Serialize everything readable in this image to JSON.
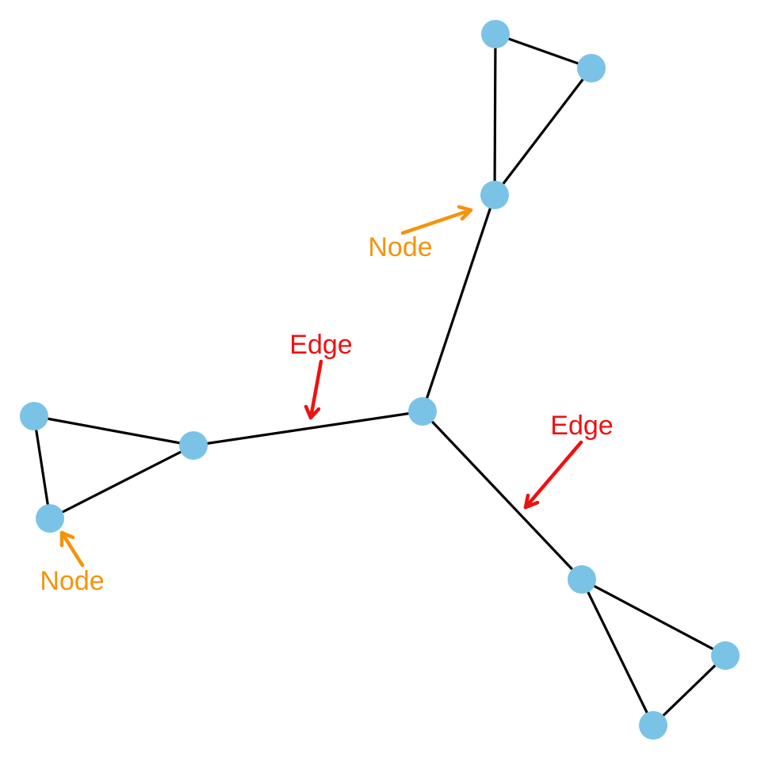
{
  "colors": {
    "node_fill": "#7ac3e6",
    "edge_stroke": "#000000",
    "node_label": "#f5930c",
    "edge_label": "#ee1111",
    "background": "#ffffff"
  },
  "graph": {
    "nodes": [
      {
        "id": "center"
      },
      {
        "id": "top-hub"
      },
      {
        "id": "top-apex"
      },
      {
        "id": "top-right"
      },
      {
        "id": "left-hub"
      },
      {
        "id": "left-top"
      },
      {
        "id": "left-bottom"
      },
      {
        "id": "bottom-hub"
      },
      {
        "id": "bottom-right"
      },
      {
        "id": "bottom-apex"
      }
    ],
    "edges": [
      {
        "source": "center",
        "target": "top-hub"
      },
      {
        "source": "top-hub",
        "target": "top-apex"
      },
      {
        "source": "top-hub",
        "target": "top-right"
      },
      {
        "source": "top-apex",
        "target": "top-right"
      },
      {
        "source": "center",
        "target": "left-hub"
      },
      {
        "source": "left-hub",
        "target": "left-top"
      },
      {
        "source": "left-hub",
        "target": "left-bottom"
      },
      {
        "source": "left-top",
        "target": "left-bottom"
      },
      {
        "source": "center",
        "target": "bottom-hub"
      },
      {
        "source": "bottom-hub",
        "target": "bottom-right"
      },
      {
        "source": "bottom-hub",
        "target": "bottom-apex"
      },
      {
        "source": "bottom-right",
        "target": "bottom-apex"
      }
    ]
  },
  "annotations": [
    {
      "id": "node-label-top",
      "text": "Node",
      "kind": "node"
    },
    {
      "id": "node-label-left",
      "text": "Node",
      "kind": "node"
    },
    {
      "id": "edge-label-left",
      "text": "Edge",
      "kind": "edge"
    },
    {
      "id": "edge-label-right",
      "text": "Edge",
      "kind": "edge"
    }
  ]
}
